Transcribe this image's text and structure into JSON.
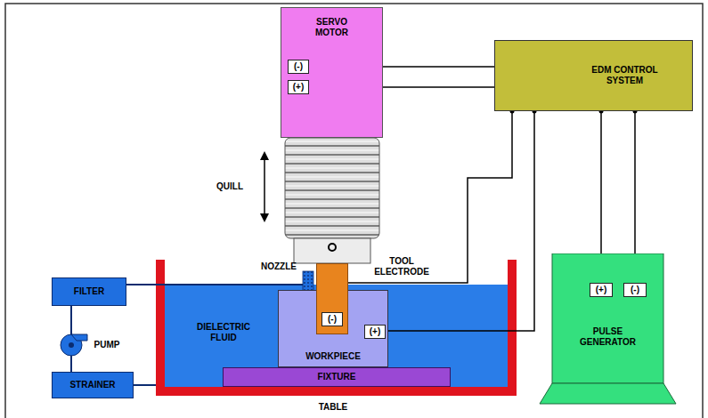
{
  "diagram": {
    "nodes": [
      {
        "text": [
          "SERVO MOTOR"
        ]
      },
      {
        "text": [
          "(-)"
        ],
        "in": 0
      },
      {
        "text": [
          "(+)"
        ],
        "in": 0
      },
      {
        "text": [
          "EDM CONTROL SYSTEM"
        ]
      },
      {
        "text": [
          "FILTER"
        ]
      },
      {
        "text": [
          "DIELECTRIC FLUID"
        ]
      },
      {
        "text": [
          "(-)"
        ]
      },
      {
        "text": [
          "WORKPIECE"
        ],
        "in": 5
      },
      {
        "text": [
          "(+)"
        ],
        "in": 7
      },
      {
        "text": [
          "FIXTURE"
        ],
        "in": 5
      },
      {
        "text": [
          "STRAINER"
        ]
      },
      {
        "text": [
          "PULSE GENERATOR"
        ]
      },
      {
        "text": [
          "(+)"
        ],
        "in": 11
      },
      {
        "text": [
          "(-)"
        ],
        "in": 11
      }
    ],
    "edges": [
      {
        "from": 1,
        "to": 3,
        "arrow": "none"
      },
      {
        "from": 2,
        "to": 3,
        "arrow": "none"
      },
      {
        "from": 3,
        "to": 6,
        "arrow": "none"
      },
      {
        "from": 3,
        "to": 8,
        "arrow": "none"
      },
      {
        "from": 3,
        "to": 12,
        "arrow": "none"
      },
      {
        "from": 3,
        "to": 13,
        "arrow": "none"
      },
      {
        "from": 4,
        "to": 10,
        "arrow": "none"
      },
      {
        "from": 4,
        "to": 6,
        "arrow": "none"
      },
      {
        "from": 10,
        "to": 5,
        "arrow": "none"
      }
    ],
    "labels": [
      "QUILL",
      "NOZZLE",
      "TOOL ELECTRODE",
      "PUMP",
      "TABLE"
    ]
  }
}
